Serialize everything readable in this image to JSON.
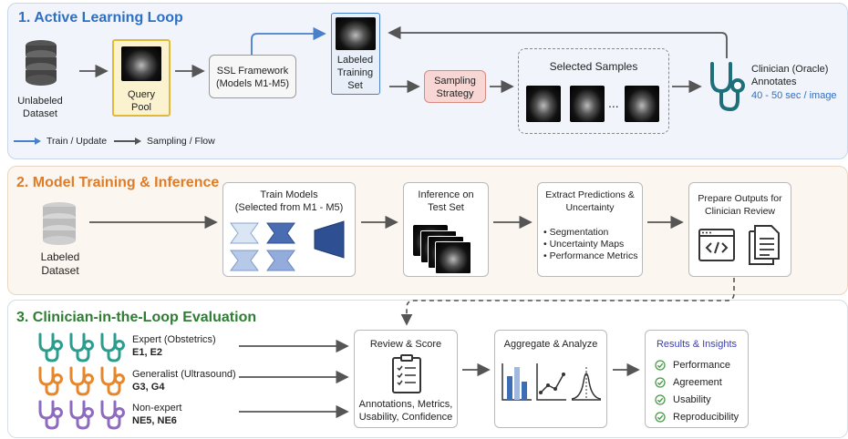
{
  "panel1": {
    "title": "1. Active Learning Loop",
    "unlabeled": [
      "Unlabeled",
      "Dataset"
    ],
    "query_pool": [
      "Query",
      "Pool"
    ],
    "ssl": [
      "SSL Framework",
      "(Models M1-M5)"
    ],
    "labeled_set": [
      "Labeled",
      "Training",
      "Set"
    ],
    "sampling": [
      "Sampling",
      "Strategy"
    ],
    "selected_title": "Selected Samples",
    "ellipsis": "...",
    "clinician": [
      "Clinician (Oracle)",
      "Annotates"
    ],
    "clinician_time": "40 - 50 sec / image",
    "legend_train": "Train / Update",
    "legend_sampling": "Sampling / Flow",
    "colors": {
      "title": "#2f6fc2",
      "blue": "#4a7fc9",
      "query_border": "#e1b93a",
      "query_fill": "#fbf3cf",
      "sampling_fill": "#f7d6d4",
      "sampling_border": "#d98880",
      "oracle": "#1d6f7a"
    }
  },
  "panel2": {
    "title": "2. Model Training & Inference",
    "labeled": [
      "Labeled",
      "Dataset"
    ],
    "train_models": [
      "Train Models",
      "(Selected from M1 - M5)"
    ],
    "inference": [
      "Inference on",
      "Test Set"
    ],
    "extract": [
      "Extract Predictions &",
      "Uncertainty"
    ],
    "extract_items": [
      "Segmentation",
      "Uncertainty Maps",
      "Performance Metrics"
    ],
    "prepare": [
      "Prepare Outputs for",
      "Clinician Review"
    ],
    "colors": {
      "title": "#e07b26"
    }
  },
  "panel3": {
    "title": "3. Clinician-in-the-Loop Evaluation",
    "groups": [
      {
        "label": "Expert (Obstetrics)",
        "ids": "E1, E2",
        "color": "#2a9d8f"
      },
      {
        "label": "Generalist (Ultrasound)",
        "ids": "G3, G4",
        "color": "#e8862a"
      },
      {
        "label": "Non-expert",
        "ids": "NE5, NE6",
        "color": "#8e6bbf"
      }
    ],
    "review_title": "Review & Score",
    "review_sub": [
      "Annotations, Metrics,",
      "Usability, Confidence"
    ],
    "aggregate_title": "Aggregate & Analyze",
    "results_title": "Results & Insights",
    "results_items": [
      "Performance",
      "Agreement",
      "Usability",
      "Reproducibility"
    ],
    "colors": {
      "title": "#2e7d32",
      "results_title": "#3b3fa8",
      "check": "#4a9a4a"
    }
  }
}
